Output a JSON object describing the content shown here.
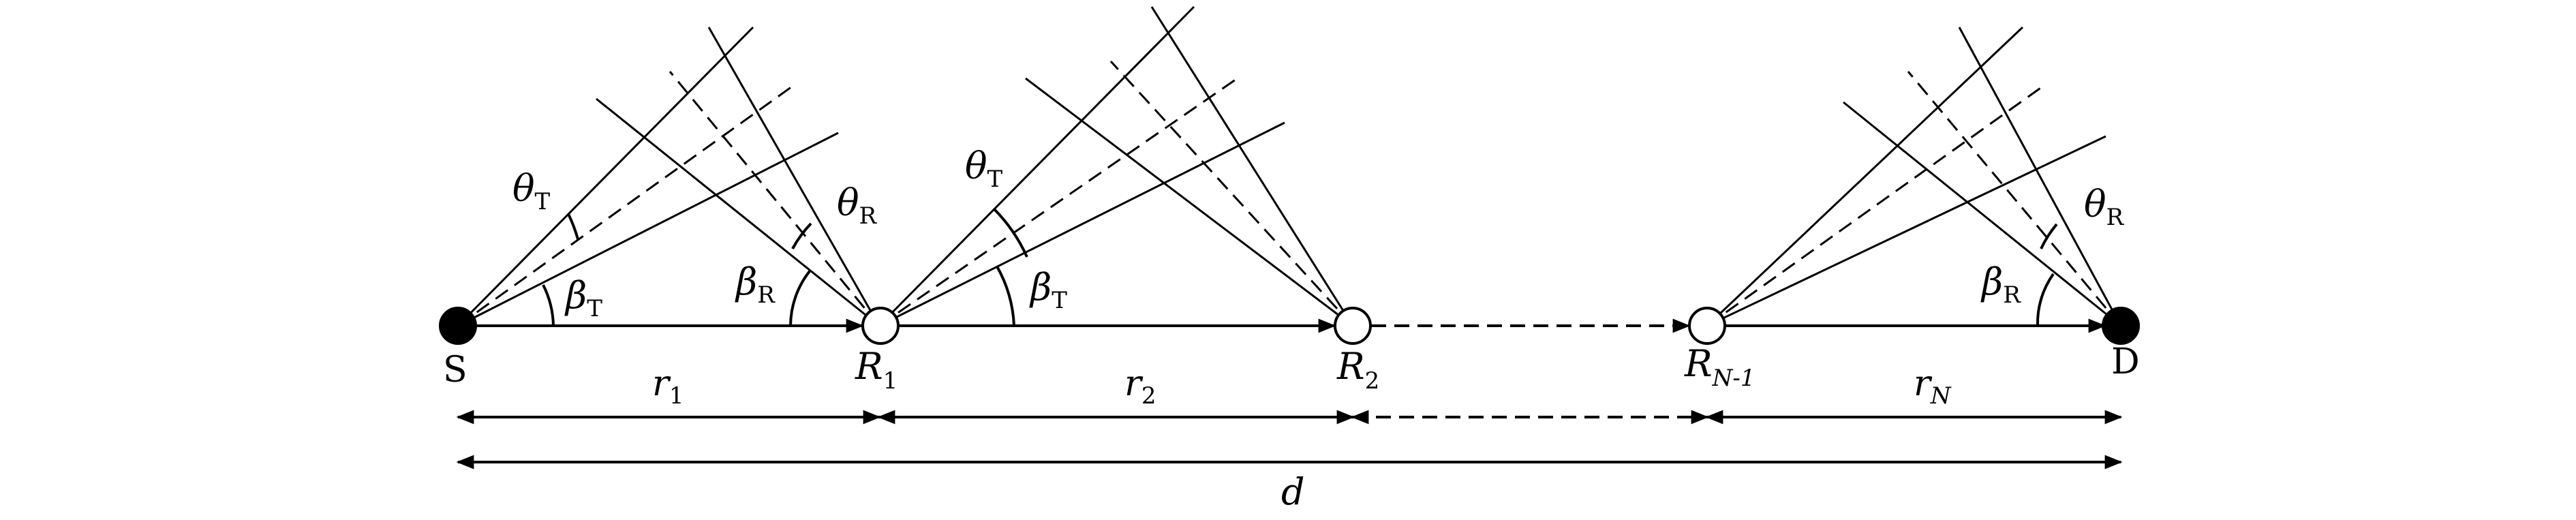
{
  "nodes": {
    "source": "S",
    "destination": "D",
    "relay1": {
      "base": "R",
      "sub": "1"
    },
    "relay2": {
      "base": "R",
      "sub": "2"
    },
    "relayN1": {
      "base": "R",
      "sub": "N-1"
    }
  },
  "distances": {
    "r1": {
      "base": "r",
      "sub": "1"
    },
    "r2": {
      "base": "r",
      "sub": "2"
    },
    "rN": {
      "base": "r",
      "sub": "N"
    },
    "d": "d"
  },
  "angles": {
    "theta_T": {
      "base": "θ",
      "sub": "T"
    },
    "beta_T": {
      "base": "β",
      "sub": "T"
    },
    "theta_R": {
      "base": "θ",
      "sub": "R"
    },
    "beta_R": {
      "base": "β",
      "sub": "R"
    }
  },
  "colors": {
    "ink": "#000000",
    "open_node_fill": "#ffffff",
    "filled_node": "#000000"
  }
}
